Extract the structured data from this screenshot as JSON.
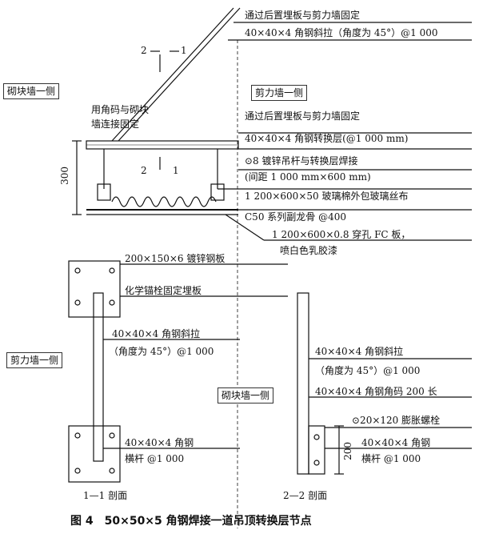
{
  "labels": {
    "top1": "通过后置埋板与剪力墙固定",
    "top2": "40×40×4 角钢斜拉（角度为 45°）@1 000",
    "masonry_side": "砌块墙一侧",
    "angle_fix": "用角码与砌块",
    "angle_fix2": "墙连接固定",
    "shear_side": "剪力墙一侧",
    "embed_fix": "通过后置埋板与剪力墙固定",
    "transfer": "40×40×4 角钢转换层(@1 000 mm)",
    "hanger": "⊙8 镀锌吊杆与转换层焊接",
    "hanger_spacing": "(间距 1 000 mm×600 mm)",
    "glass_wool": "1 200×600×50 玻璃棉外包玻璃丝布",
    "keel": "C50 系列副龙骨 @400",
    "fc_board": "1 200×600×0.8 穿孔 FC 板，",
    "paint": "喷白色乳胶漆",
    "dim300": "300",
    "steel_plate": "200×150×6 镀锌钢板",
    "chem_anchor": "化学锚栓固定埋板",
    "brace1": "40×40×4 角钢斜拉",
    "brace1b": "（角度为 45°）@1 000",
    "shear_side2": "剪力墙一侧",
    "angle_bar": "40×40×4 角钢",
    "crossbar": "横杆 @1 000",
    "section11": "1—1 剖面",
    "brace2": "40×40×4 角钢斜拉",
    "brace2b": "（角度为 45°）@1 000",
    "masonry_side2": "砌块墙一侧",
    "angle_code": "40×40×4 角钢角码 200 长",
    "bolt": "⊙20×120 膨胀螺栓",
    "dim200": "200",
    "angle_bar2": "40×40×4 角钢",
    "crossbar2": "横杆 @1 000",
    "section22": "2—2 剖面",
    "cut1": "2",
    "cut2": "1",
    "cut3": "2",
    "cut4": "1"
  },
  "caption": "图 4　50×50×5 角钢焊接一道吊顶转换层节点"
}
